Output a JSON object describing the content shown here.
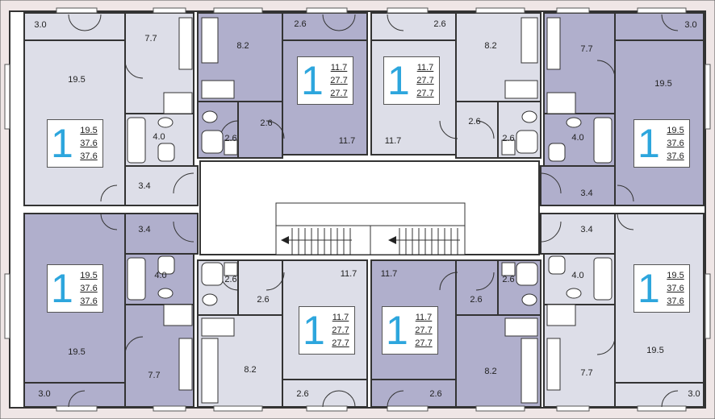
{
  "colors": {
    "apartment_fill": "#b0afcc",
    "light_fill": "#dddee8",
    "wall": "#333333",
    "outer_wall": "#efe6e6",
    "corridor": "#ffffff",
    "accent_number": "#2da6dd"
  },
  "apartments": [
    {
      "id": "A1",
      "rooms": "1",
      "areas": [
        "19.5",
        "37.6",
        "37.6"
      ],
      "room_labels": [
        "3.0",
        "7.7",
        "19.5",
        "4.0",
        "3.4"
      ]
    },
    {
      "id": "A2",
      "rooms": "1",
      "areas": [
        "11.7",
        "27.7",
        "27.7"
      ],
      "room_labels": [
        "8.2",
        "2.6",
        "2.6",
        "2.6",
        "11.7"
      ]
    },
    {
      "id": "A3",
      "rooms": "1",
      "areas": [
        "11.7",
        "27.7",
        "27.7"
      ],
      "room_labels": [
        "2.6",
        "8.2",
        "2.6",
        "2.6",
        "11.7"
      ]
    },
    {
      "id": "A4",
      "rooms": "1",
      "areas": [
        "19.5",
        "37.6",
        "37.6"
      ],
      "room_labels": [
        "7.7",
        "3.0",
        "19.5",
        "4.0",
        "3.4"
      ]
    },
    {
      "id": "A5",
      "rooms": "1",
      "areas": [
        "19.5",
        "37.6",
        "37.6"
      ],
      "room_labels": [
        "3.4",
        "4.0",
        "19.5",
        "7.7",
        "3.0"
      ]
    },
    {
      "id": "A6",
      "rooms": "1",
      "areas": [
        "11.7",
        "27.7",
        "27.7"
      ],
      "room_labels": [
        "2.6",
        "11.7",
        "2.6",
        "8.2",
        "2.6"
      ]
    },
    {
      "id": "A7",
      "rooms": "1",
      "areas": [
        "11.7",
        "27.7",
        "27.7"
      ],
      "room_labels": [
        "11.7",
        "2.6",
        "2.6",
        "8.2",
        "2.6"
      ]
    },
    {
      "id": "A8",
      "rooms": "1",
      "areas": [
        "19.5",
        "37.6",
        "37.6"
      ],
      "room_labels": [
        "3.4",
        "4.0",
        "19.5",
        "7.7",
        "3.0"
      ]
    }
  ]
}
